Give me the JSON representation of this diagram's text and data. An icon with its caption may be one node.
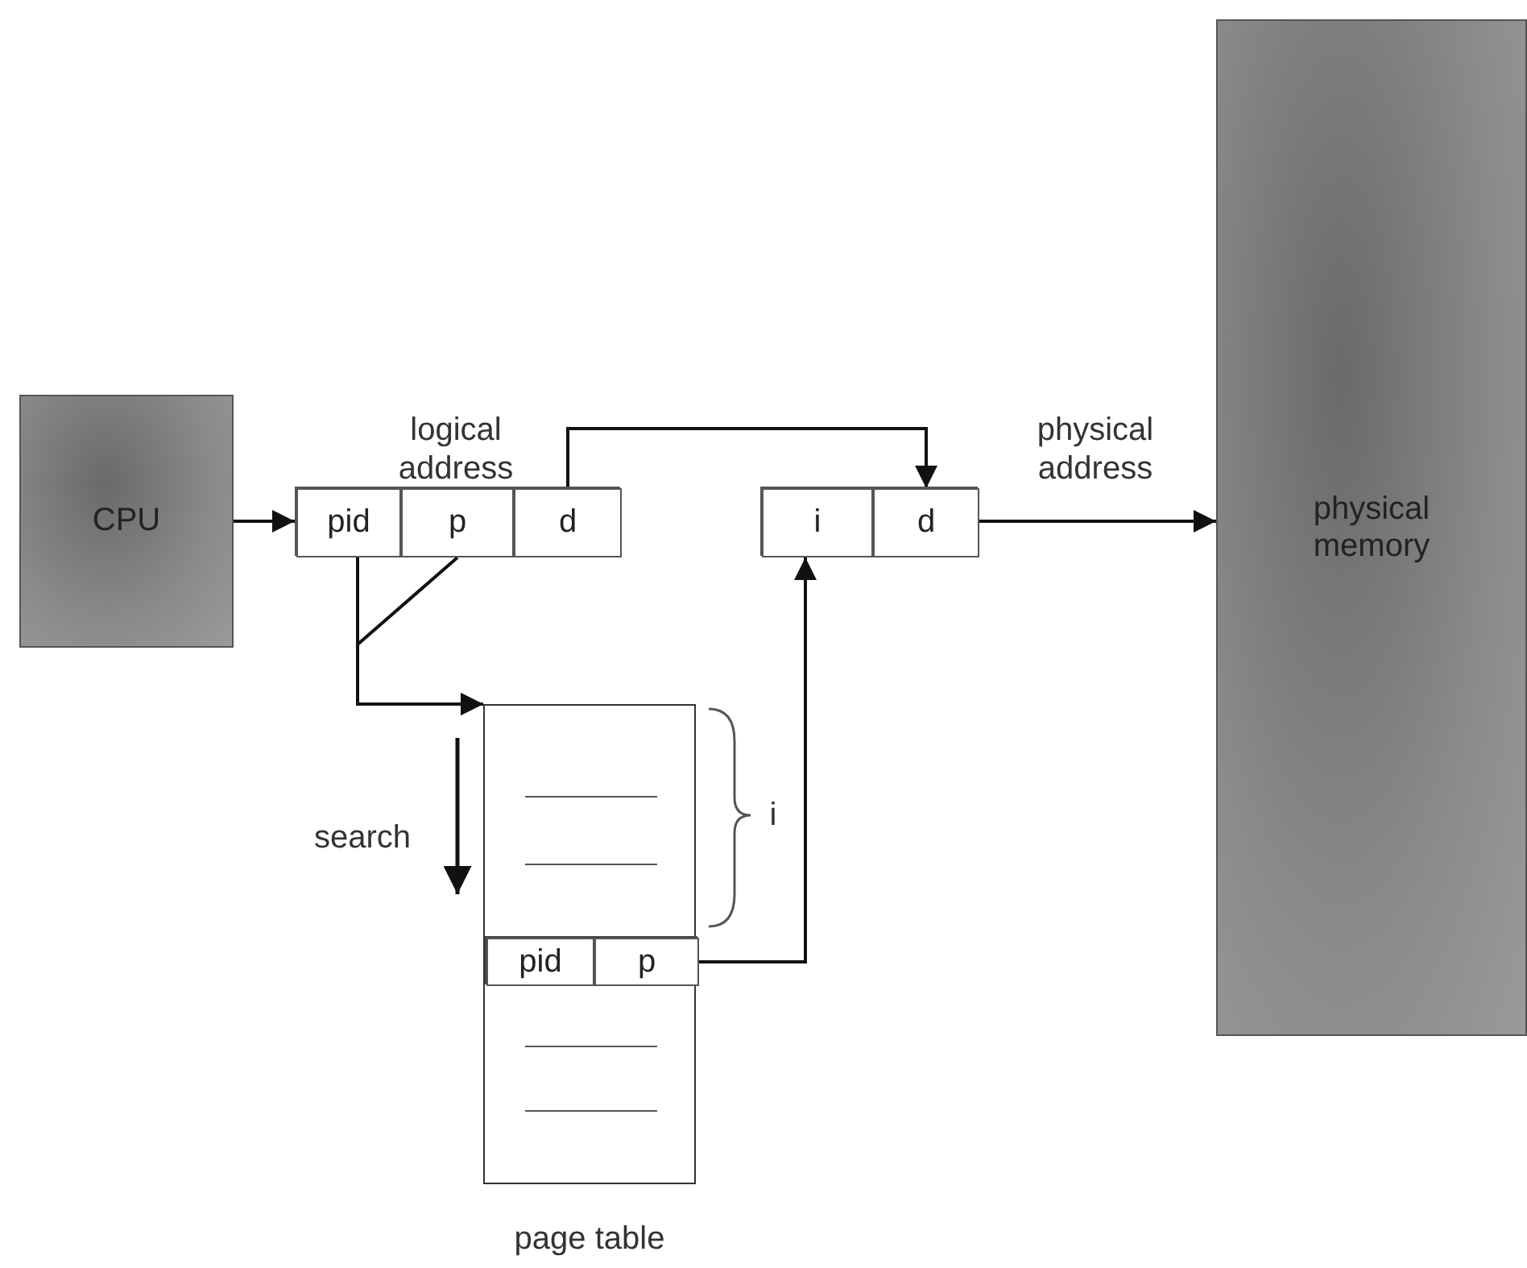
{
  "diagram": {
    "nodes": [
      {
        "text": [
          "CPU"
        ]
      },
      {
        "text": [
          "logical address"
        ]
      },
      {
        "text": [
          "pid"
        ],
        "in": 1
      },
      {
        "text": [
          "p"
        ],
        "in": 1
      },
      {
        "text": [
          "d"
        ],
        "in": 1
      },
      {
        "text": [],
        "shape": "box"
      },
      {
        "text": [
          "i"
        ],
        "in": 5
      },
      {
        "text": [
          "d"
        ],
        "in": 5
      },
      {
        "text": [
          "physical memory"
        ]
      },
      {
        "text": [
          "page table"
        ]
      },
      {
        "text": [
          "pid"
        ],
        "in": 9
      },
      {
        "text": [
          "p"
        ],
        "in": 9
      }
    ],
    "edges": [
      {
        "from": 0,
        "to": 1,
        "arrow": "to"
      },
      {
        "from": 4,
        "to": 7,
        "arrow": "to"
      },
      {
        "from": 2,
        "to": 9,
        "arrow": "to"
      },
      {
        "from": 3,
        "to": 9,
        "arrow": "to"
      },
      {
        "from": 11,
        "to": 6,
        "arrow": "to"
      },
      {
        "from": 5,
        "to": 8,
        "arrow": "to",
        "label": "physical address"
      }
    ],
    "labels": [
      "search",
      "i"
    ]
  }
}
